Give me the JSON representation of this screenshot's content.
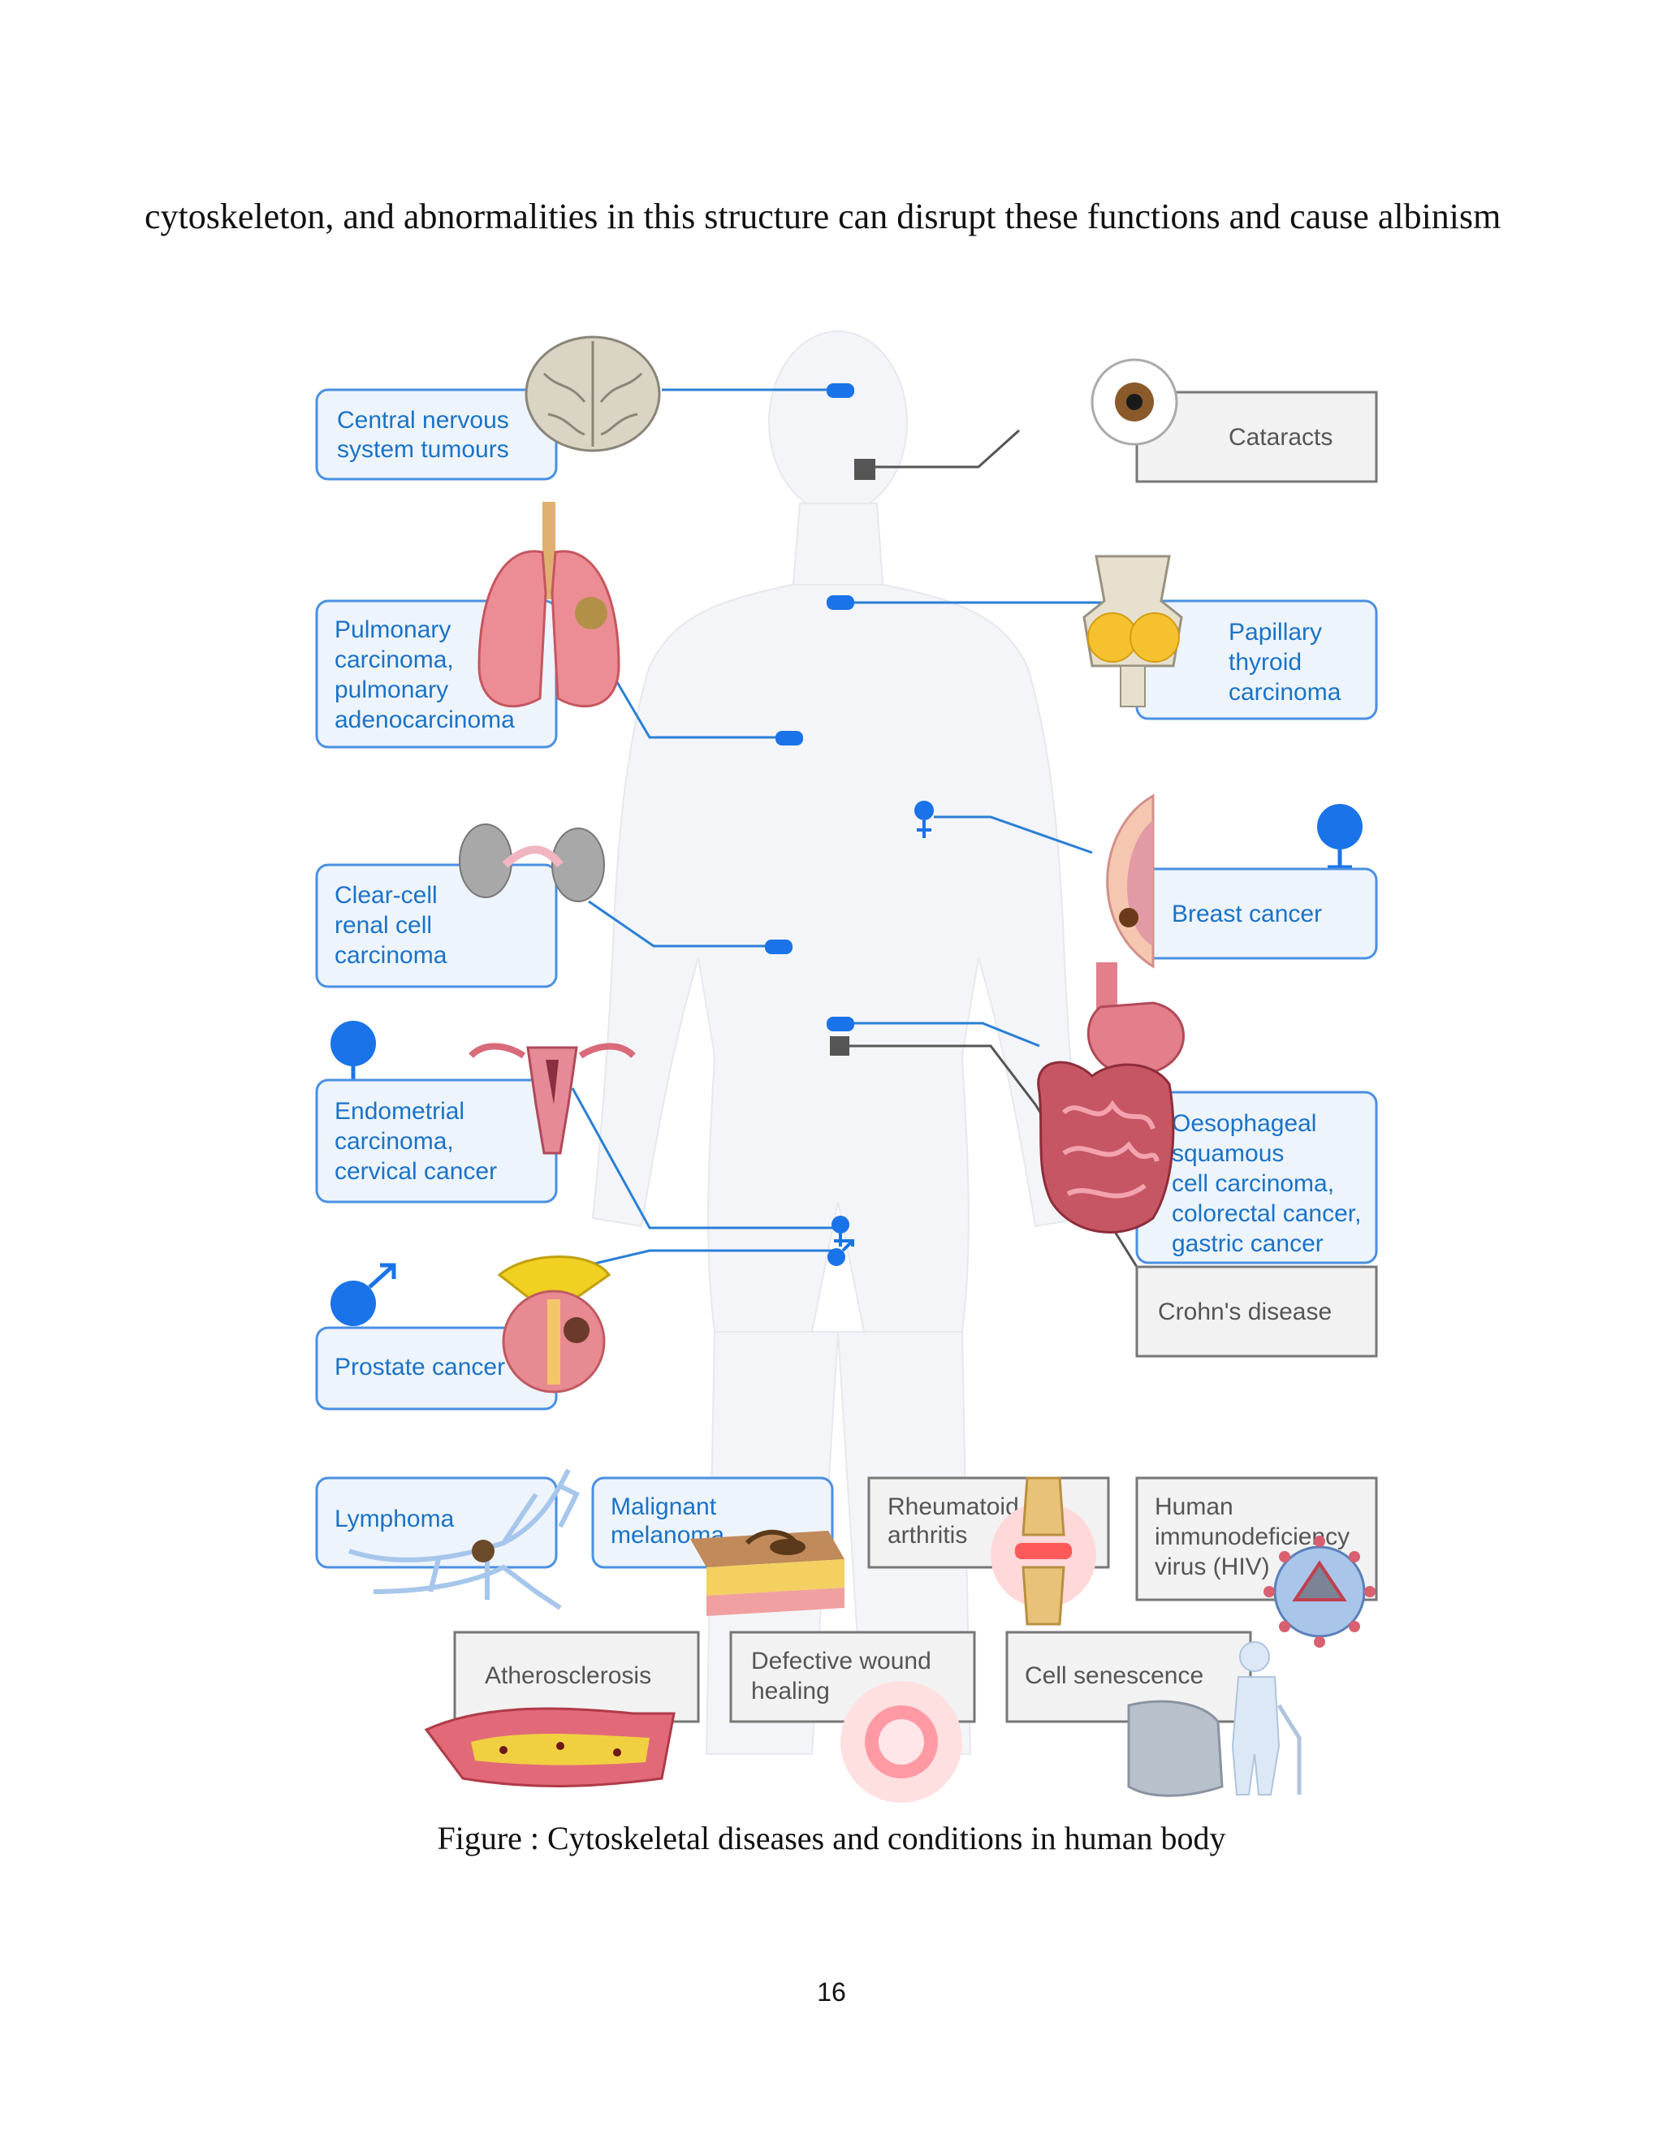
{
  "page": {
    "paragraph": "cytoskeleton, and abnormalities in this structure can disrupt these functions and cause albinism",
    "caption": "Figure : Cytoskeletal diseases and conditions in human body",
    "page_number": "16"
  },
  "figure": {
    "labels": {
      "cns": [
        "Central nervous",
        "system tumours"
      ],
      "pulmonary": [
        "Pulmonary",
        "carcinoma,",
        "pulmonary",
        "adenocarcinoma"
      ],
      "renal": [
        "Clear-cell",
        "renal cell",
        "carcinoma"
      ],
      "endometrial": [
        "Endometrial",
        "carcinoma,",
        "cervical cancer"
      ],
      "prostate": [
        "Prostate cancer"
      ],
      "cataracts": [
        "Cataracts"
      ],
      "thyroid": [
        "Papillary",
        "thyroid",
        "carcinoma"
      ],
      "breast": [
        "Breast cancer"
      ],
      "gi": [
        "Oesophageal",
        "squamous",
        "cell carcinoma,",
        "colorectal cancer,",
        "gastric cancer"
      ],
      "crohn": [
        "Crohn's disease"
      ],
      "lymphoma": [
        "Lymphoma"
      ],
      "melanoma": [
        "Malignant",
        "melanoma"
      ],
      "ra": [
        "Rheumatoid",
        "arthritis"
      ],
      "hiv": [
        "Human",
        "immunodeficiency",
        "virus (HIV)"
      ],
      "athero": [
        "Atherosclerosis"
      ],
      "wound": [
        "Defective wound",
        "healing"
      ],
      "senescence": [
        "Cell senescence"
      ]
    },
    "colors": {
      "blue_label": "#1a73c8",
      "blue_box_fill": "#eef4fc",
      "gray_label": "#555555",
      "gray_box_fill": "#f2f2f2",
      "connector_blue": "#2a7fd6",
      "connector_gray": "#555555"
    }
  }
}
